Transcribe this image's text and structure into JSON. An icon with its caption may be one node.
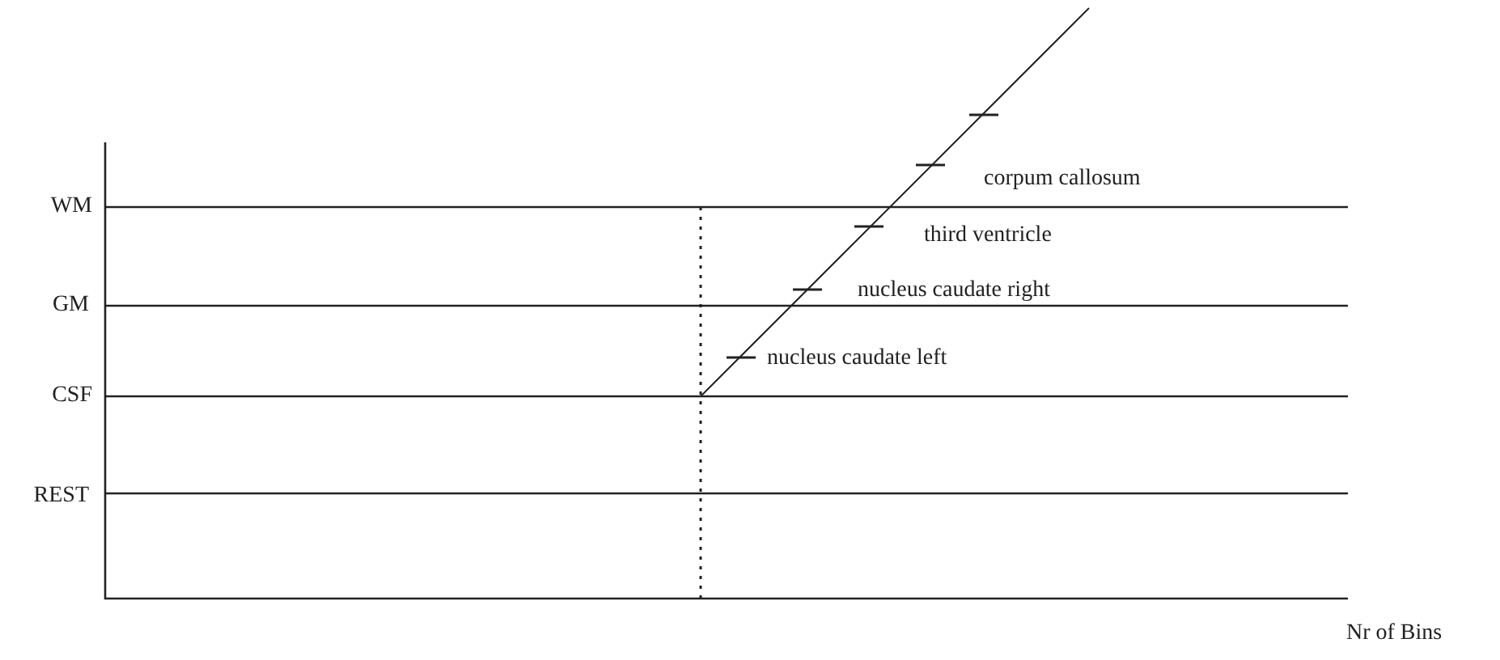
{
  "diagram": {
    "labels": [
      "WM",
      "GM",
      "CSF",
      "REST",
      "corpum callosum",
      "third ventricle",
      "nucleus caudate right",
      "nucleus caudate left",
      "Nr of Bins"
    ]
  }
}
